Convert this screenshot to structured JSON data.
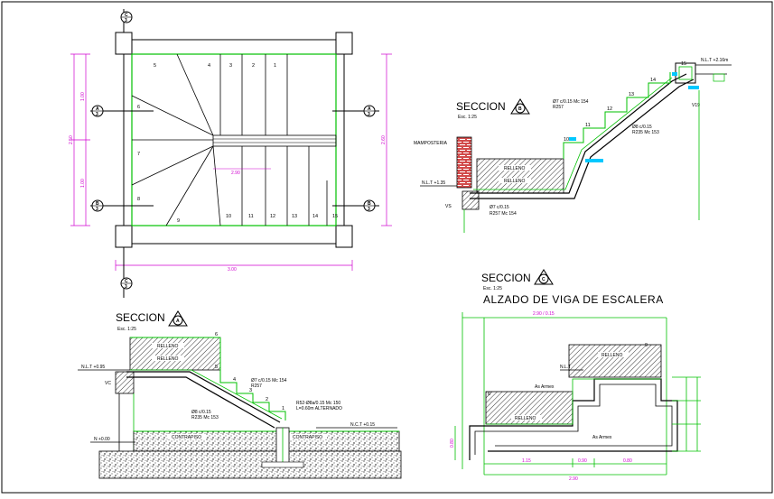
{
  "plan": {
    "steps_top": [
      "5",
      "4",
      "3",
      "2",
      "1"
    ],
    "steps_left": [
      "6",
      "7",
      "8"
    ],
    "step_9": "9",
    "steps_bottom": [
      "10",
      "11",
      "12",
      "13",
      "14",
      "15"
    ],
    "dim_inner": "2.90",
    "dim_outer": "3.00",
    "dim_left_top": "1.00",
    "dim_left_bot": "1.00",
    "dim_total": "2.50",
    "dim_total_right": "2.60",
    "cut_markers": [
      {
        "letter": "A",
        "sheet": "3"
      },
      {
        "letter": "B",
        "sheet": "3"
      },
      {
        "letter": "C",
        "sheet": "3"
      }
    ]
  },
  "section_b": {
    "title": "SECCION",
    "marker": {
      "letter": "B",
      "sheet": "3"
    },
    "scale": "Esc. 1:25",
    "mamposteria": "MAMPOSTERIA",
    "nlt_low": "N.L.T +1.35",
    "nlt_high": "N.L.T +2.16m",
    "relleno_a": "RELLENO",
    "relleno_b": "RELLENO",
    "rebar_top_1": "Ø7 c/0.15 Mc 154",
    "rebar_top_2": "R257",
    "rebar_mid_1": "Ø8 c/0.15",
    "rebar_mid_2": "R235 Mc 153",
    "rebar_bot_1": "Ø7 c/0.15",
    "rebar_bot_2": "R257 Mc 154",
    "vs": "VS",
    "v19": "V19",
    "steps": [
      "10",
      "11",
      "12",
      "13",
      "14",
      "15"
    ]
  },
  "section_a": {
    "title": "SECCION",
    "marker": {
      "letter": "A",
      "sheet": "3"
    },
    "scale": "Esc. 1:25",
    "nlt_top": "N.L.T +0.95",
    "nlt_right": "N.C.T +0.15",
    "nlt_bottom": "N +0.00",
    "vc": "VC",
    "relleno_a": "RELLENO",
    "relleno_b": "RELLENO",
    "rebar_1": "Ø7 c/0.15 Mc 154",
    "rebar_2": "R257",
    "rebar_3": "Ø8 c/0.15",
    "rebar_4": "R235 Mc 153",
    "rebar_5": "R52-Ø8a/0.15 Mc 150",
    "rebar_6": "L=0.60m ALTERNADO",
    "contrapiso_a": "CONTRAPISO",
    "contrapiso_b": "CONTRAPISO",
    "steps": [
      "6",
      "5",
      "4",
      "3",
      "2",
      "1"
    ]
  },
  "section_c": {
    "title": "SECCION",
    "marker": {
      "letter": "C",
      "sheet": "3"
    },
    "scale": "Esc. 1:25",
    "subtitle": "ALZADO DE VIGA DE ESCALERA",
    "as_armex_a": "As Armex",
    "as_armex_b": "As Armex",
    "relleno_a": "RELLENO",
    "relleno_b": "RELLENO",
    "nlt_mid": "N.L.T",
    "dim_top": "2.90 / 0.15",
    "dim_bottom": "2.90",
    "dim_parts": [
      "1.15",
      "0.90",
      "0.80"
    ],
    "dim_left": "0.80",
    "steps": [
      "9",
      "6"
    ]
  }
}
